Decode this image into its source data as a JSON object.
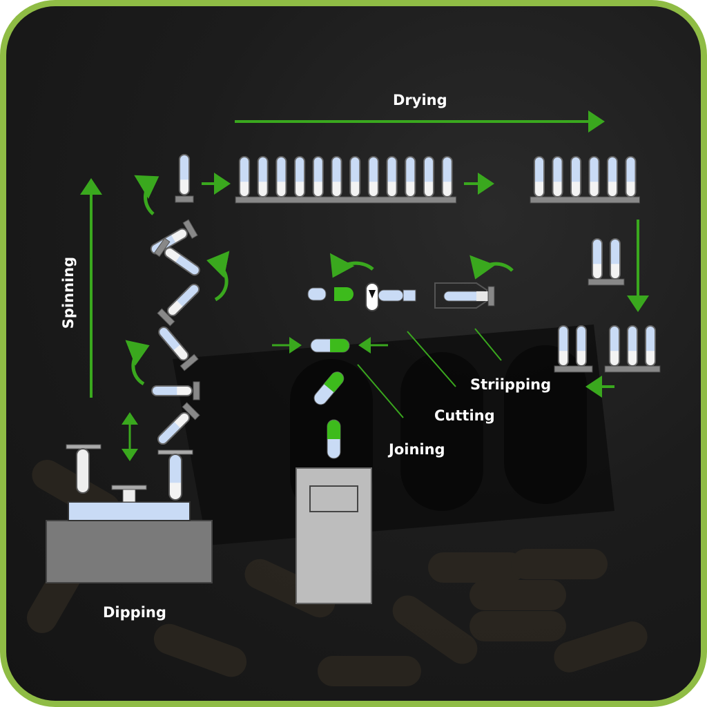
{
  "diagram": {
    "title": "Capsule manufacturing process",
    "steps": [
      {
        "id": "dipping",
        "label": "Dipping"
      },
      {
        "id": "spinning",
        "label": "Spinning"
      },
      {
        "id": "drying",
        "label": "Drying"
      },
      {
        "id": "stripping",
        "label": "Striipping"
      },
      {
        "id": "cutting",
        "label": "Cutting"
      },
      {
        "id": "joining",
        "label": "Joining"
      }
    ],
    "colors": {
      "border": "#8fbc45",
      "arrow": "#3aa81e",
      "capsule_cap": "#3dbb1c",
      "capsule_body": "#c9dbf5",
      "machine": "#777777",
      "dispenser": "#bdbdbd"
    },
    "drying_rack_pin_count": 12,
    "drying_rack_2_pin_count": 6
  }
}
